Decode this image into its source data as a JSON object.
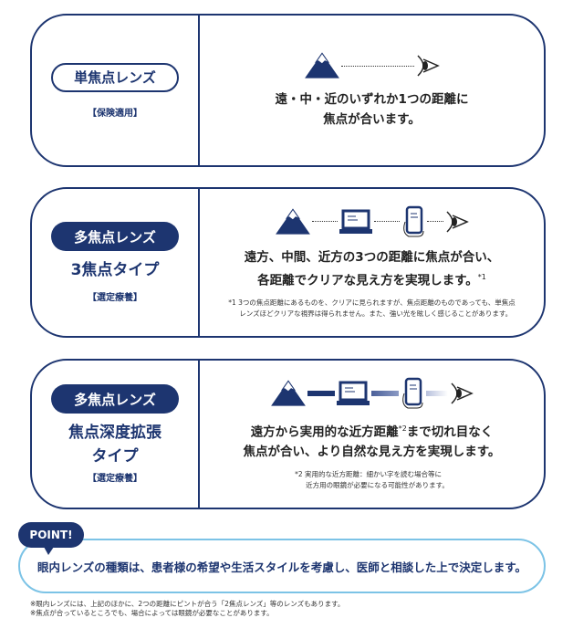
{
  "cards": [
    {
      "pill": "単焦点レンズ",
      "sub": "",
      "category": "【保険適用】",
      "main": [
        "遠・中・近のいずれか1つの距離に",
        "焦点が合います。"
      ],
      "sup": "",
      "note": []
    },
    {
      "pill": "多焦点レンズ",
      "sub": "3焦点タイプ",
      "category": "【選定療養】",
      "main": [
        "遠方、中間、近方の3つの距離に焦点が合い、",
        "各距離でクリアな見え方を実現します。"
      ],
      "sup": "*1",
      "note": [
        "*1 3つの焦点距離にあるものを、クリアに見られますが、焦点距離のものであっても、単焦点",
        "レンズほどクリアな視界は得られません。また、強い光を眩しく感じることがあります。"
      ]
    },
    {
      "pill": "多焦点レンズ",
      "sub": "焦点深度拡張タイプ",
      "sub_lines": [
        "焦点深度拡張",
        "タイプ"
      ],
      "category": "【選定療養】",
      "main_a": "遠方から実用的な近方距離",
      "sup": "*2",
      "main_b": "まで切れ目なく",
      "main_c": "焦点が合い、より自然な見え方を実現します。",
      "note": [
        "*2 実用的な近方距離：細かい字を読む場合等に",
        "近方用の眼鏡が必要になる可能性があります。"
      ]
    }
  ],
  "point": {
    "badge": "POINT!",
    "text": "眼内レンズの種類は、患者様の希望や生活スタイルを考慮し、医師と相談した上で決定します。"
  },
  "footnotes": [
    "※眼内レンズには、上記のほかに、2つの距離にピントが合う「2焦点レンズ」等のレンズもあります。",
    "※焦点が合っているところでも、場合によっては眼鏡が必要なことがあります。"
  ],
  "colors": {
    "navy": "#1d3570",
    "light_blue": "#7cc3e6"
  }
}
